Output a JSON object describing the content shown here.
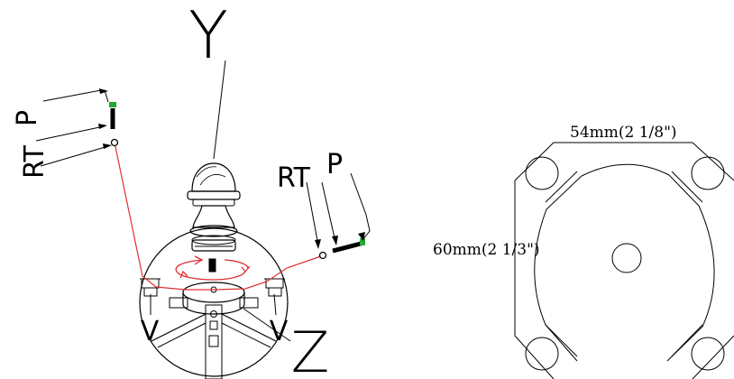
{
  "diagram": {
    "axis_y": "Y",
    "axis_z": "Z",
    "left_arm": {
      "rt": "RT",
      "p": "P"
    },
    "right_arm": {
      "rt": "RT",
      "p": "P"
    },
    "foot_left": "V",
    "foot_right": "V",
    "dim_width": "54mm(2 1/8\")",
    "dim_height": "60mm(2 1/3\")",
    "colors": {
      "wire": "#e03030",
      "line": "#000000",
      "cap": "#22aa33"
    }
  }
}
